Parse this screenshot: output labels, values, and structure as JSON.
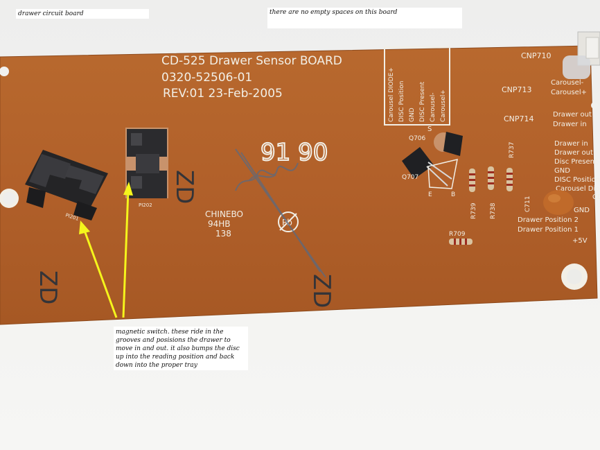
{
  "captions": {
    "top_left": "drawer circuit board",
    "top_right": "there are no empty spaces on this board",
    "bottom": "magnetic switch. these ride in the grooves and posisions the drawer to move in and out. it also bumps the disc up into the reading position and back down into the proper tray"
  },
  "board": {
    "title_line1": "CD-525 Drawer Sensor BOARD",
    "title_line2": "0320-52506-01",
    "title_line3": "REV:01   23-Feb-2005",
    "date_code": "91 90",
    "maker_line1": "CHINEBO",
    "maker_line2": "94HB",
    "maker_line3": "138",
    "silk_zd": "ZD",
    "pb_mark": "Pb",
    "sensor1_label": "PI201",
    "sensor2_label": "PI202",
    "connector_labels": {
      "cnp710": "CNP710",
      "cnp713": "CNP713",
      "cnp714": "CNP714"
    },
    "vertical_pin_labels": [
      "Carousel DIODE+",
      "DISC Position",
      "GND",
      "DISC Present",
      "Carousel-",
      "Carousel+"
    ],
    "right_pin_labels": [
      "Carousel-",
      "Carousel+",
      "Drawer out",
      "Drawer in",
      "Drawer in",
      "Drawer out",
      "Disc Present",
      "GND",
      "DISC Position",
      "Carousel Diode",
      "CD",
      "GND",
      "Drawer Position 2",
      "Drawer Position 1",
      "+5V"
    ],
    "components": {
      "q706": "Q706",
      "q707": "Q707",
      "r737": "R737",
      "r738": "R738",
      "r739": "R739",
      "r709": "R709",
      "c711": "C711",
      "s_mark": "S",
      "e_mark": "E",
      "b_mark": "B"
    }
  },
  "colors": {
    "board": "#b5642a",
    "board_dark": "#9e5220",
    "silkscreen": "#f2efe6",
    "arrow": "#f5f51c",
    "background": "#f3f3f1"
  }
}
